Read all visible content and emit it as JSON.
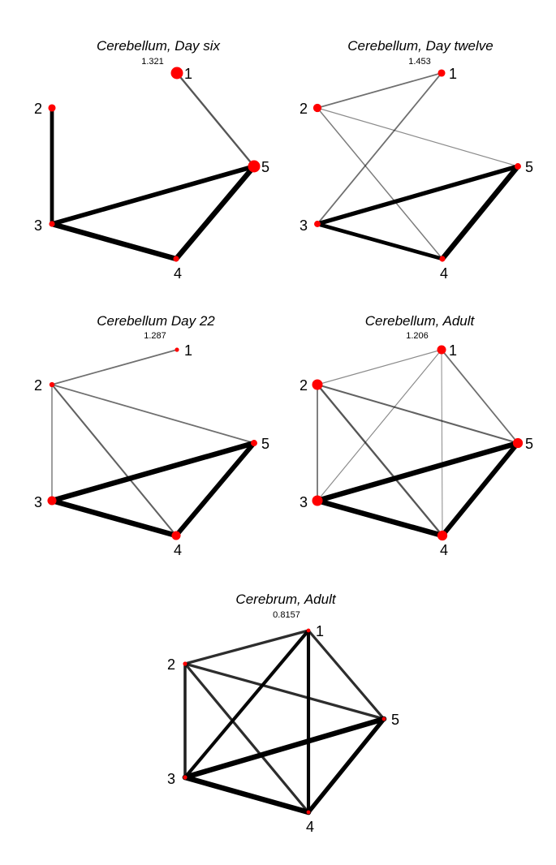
{
  "figure": {
    "node_color": "#ff0000",
    "edge_color": "#000000",
    "panels": [
      {
        "title": "Cerebellum, Day six",
        "value": "1.321",
        "nodes": [
          {
            "id": "1",
            "size": 3
          },
          {
            "id": "2",
            "size": 1.5
          },
          {
            "id": "3",
            "size": 1
          },
          {
            "id": "4",
            "size": 1
          },
          {
            "id": "5",
            "size": 3
          }
        ],
        "edges": [
          {
            "from": "1",
            "to": "5",
            "weight": 0.3
          },
          {
            "from": "2",
            "to": "3",
            "weight": 0.7
          },
          {
            "from": "3",
            "to": "5",
            "weight": 0.85
          },
          {
            "from": "3",
            "to": "4",
            "weight": 1.0
          },
          {
            "from": "4",
            "to": "5",
            "weight": 1.0
          }
        ]
      },
      {
        "title": "Cerebellum, Day twelve",
        "value": "1.453",
        "nodes": [
          {
            "id": "1",
            "size": 1.5
          },
          {
            "id": "2",
            "size": 1.8
          },
          {
            "id": "3",
            "size": 1.2
          },
          {
            "id": "4",
            "size": 1
          },
          {
            "id": "5",
            "size": 1.2
          }
        ],
        "edges": [
          {
            "from": "2",
            "to": "1",
            "weight": 0.2
          },
          {
            "from": "1",
            "to": "3",
            "weight": 0.2
          },
          {
            "from": "2",
            "to": "5",
            "weight": 0.1
          },
          {
            "from": "2",
            "to": "4",
            "weight": 0.15
          },
          {
            "from": "3",
            "to": "5",
            "weight": 0.8
          },
          {
            "from": "3",
            "to": "4",
            "weight": 0.7
          },
          {
            "from": "4",
            "to": "5",
            "weight": 1.0
          }
        ]
      },
      {
        "title": "Cerebellum Day 22",
        "value": "1.287",
        "nodes": [
          {
            "id": "1",
            "size": 0.5
          },
          {
            "id": "2",
            "size": 0.8
          },
          {
            "id": "3",
            "size": 2
          },
          {
            "id": "4",
            "size": 2
          },
          {
            "id": "5",
            "size": 1.2
          }
        ],
        "edges": [
          {
            "from": "2",
            "to": "1",
            "weight": 0.2
          },
          {
            "from": "2",
            "to": "3",
            "weight": 0.15
          },
          {
            "from": "2",
            "to": "4",
            "weight": 0.25
          },
          {
            "from": "2",
            "to": "5",
            "weight": 0.2
          },
          {
            "from": "3",
            "to": "5",
            "weight": 1.0
          },
          {
            "from": "3",
            "to": "4",
            "weight": 1.0
          },
          {
            "from": "4",
            "to": "5",
            "weight": 0.9
          }
        ]
      },
      {
        "title": "Cerebellum, Adult",
        "value": "1.206",
        "nodes": [
          {
            "id": "1",
            "size": 2
          },
          {
            "id": "2",
            "size": 2.5
          },
          {
            "id": "3",
            "size": 2.5
          },
          {
            "id": "4",
            "size": 2.3
          },
          {
            "id": "5",
            "size": 2.3
          }
        ],
        "edges": [
          {
            "from": "2",
            "to": "1",
            "weight": 0.1
          },
          {
            "from": "1",
            "to": "3",
            "weight": 0.1
          },
          {
            "from": "1",
            "to": "4",
            "weight": 0.08
          },
          {
            "from": "1",
            "to": "5",
            "weight": 0.2
          },
          {
            "from": "2",
            "to": "3",
            "weight": 0.2
          },
          {
            "from": "2",
            "to": "4",
            "weight": 0.3
          },
          {
            "from": "2",
            "to": "5",
            "weight": 0.25
          },
          {
            "from": "3",
            "to": "5",
            "weight": 1.0
          },
          {
            "from": "3",
            "to": "4",
            "weight": 1.0
          },
          {
            "from": "4",
            "to": "5",
            "weight": 0.9
          }
        ]
      },
      {
        "title": "Cerebrum, Adult",
        "value": "0.8157",
        "nodes": [
          {
            "id": "1",
            "size": 0.4
          },
          {
            "id": "2",
            "size": 0.5
          },
          {
            "id": "3",
            "size": 0.5
          },
          {
            "id": "4",
            "size": 0.4
          },
          {
            "id": "5",
            "size": 0.4
          }
        ],
        "edges": [
          {
            "from": "2",
            "to": "1",
            "weight": 0.45
          },
          {
            "from": "1",
            "to": "3",
            "weight": 0.6
          },
          {
            "from": "1",
            "to": "4",
            "weight": 0.6
          },
          {
            "from": "1",
            "to": "5",
            "weight": 0.45
          },
          {
            "from": "2",
            "to": "3",
            "weight": 0.5
          },
          {
            "from": "2",
            "to": "4",
            "weight": 0.45
          },
          {
            "from": "2",
            "to": "5",
            "weight": 0.45
          },
          {
            "from": "3",
            "to": "5",
            "weight": 1.0
          },
          {
            "from": "3",
            "to": "4",
            "weight": 1.0
          },
          {
            "from": "4",
            "to": "5",
            "weight": 0.8
          }
        ]
      }
    ]
  }
}
